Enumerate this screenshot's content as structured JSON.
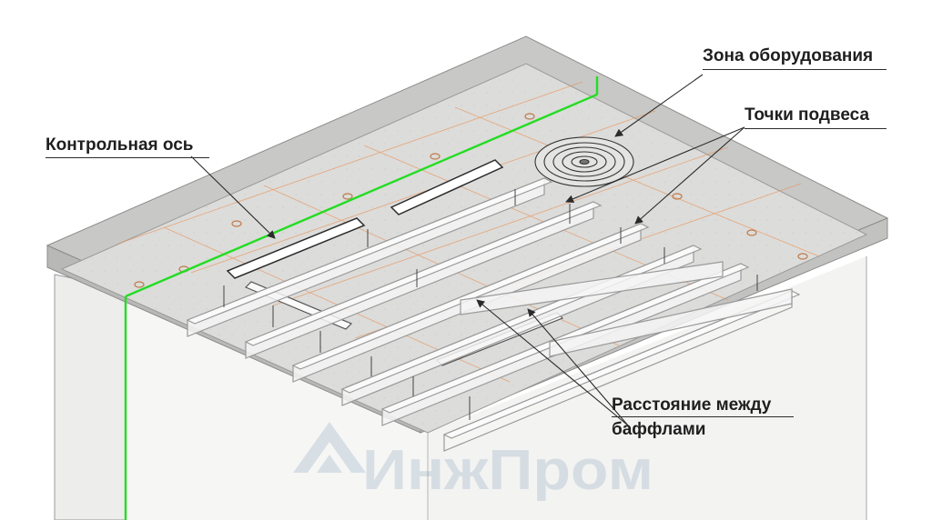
{
  "labels": {
    "control_axis": "Контрольная ось",
    "equipment_zone": "Зона оборудования",
    "suspension_points": "Точки подвеса",
    "baffle_distance_line1": "Расстояние между",
    "baffle_distance_line2": "баффлами"
  },
  "watermark": {
    "text": "ИнжПром"
  },
  "colors": {
    "laser_green": "#22dd22",
    "grid_orange": "#e8935a",
    "ceiling": "#dcdcda",
    "wall": "#f1f1f0",
    "edge": "#8c8c8c",
    "baffle_fill": "#f4f4f4",
    "baffle_stroke": "#9a9a9a",
    "label_text": "#1f1f1f"
  }
}
